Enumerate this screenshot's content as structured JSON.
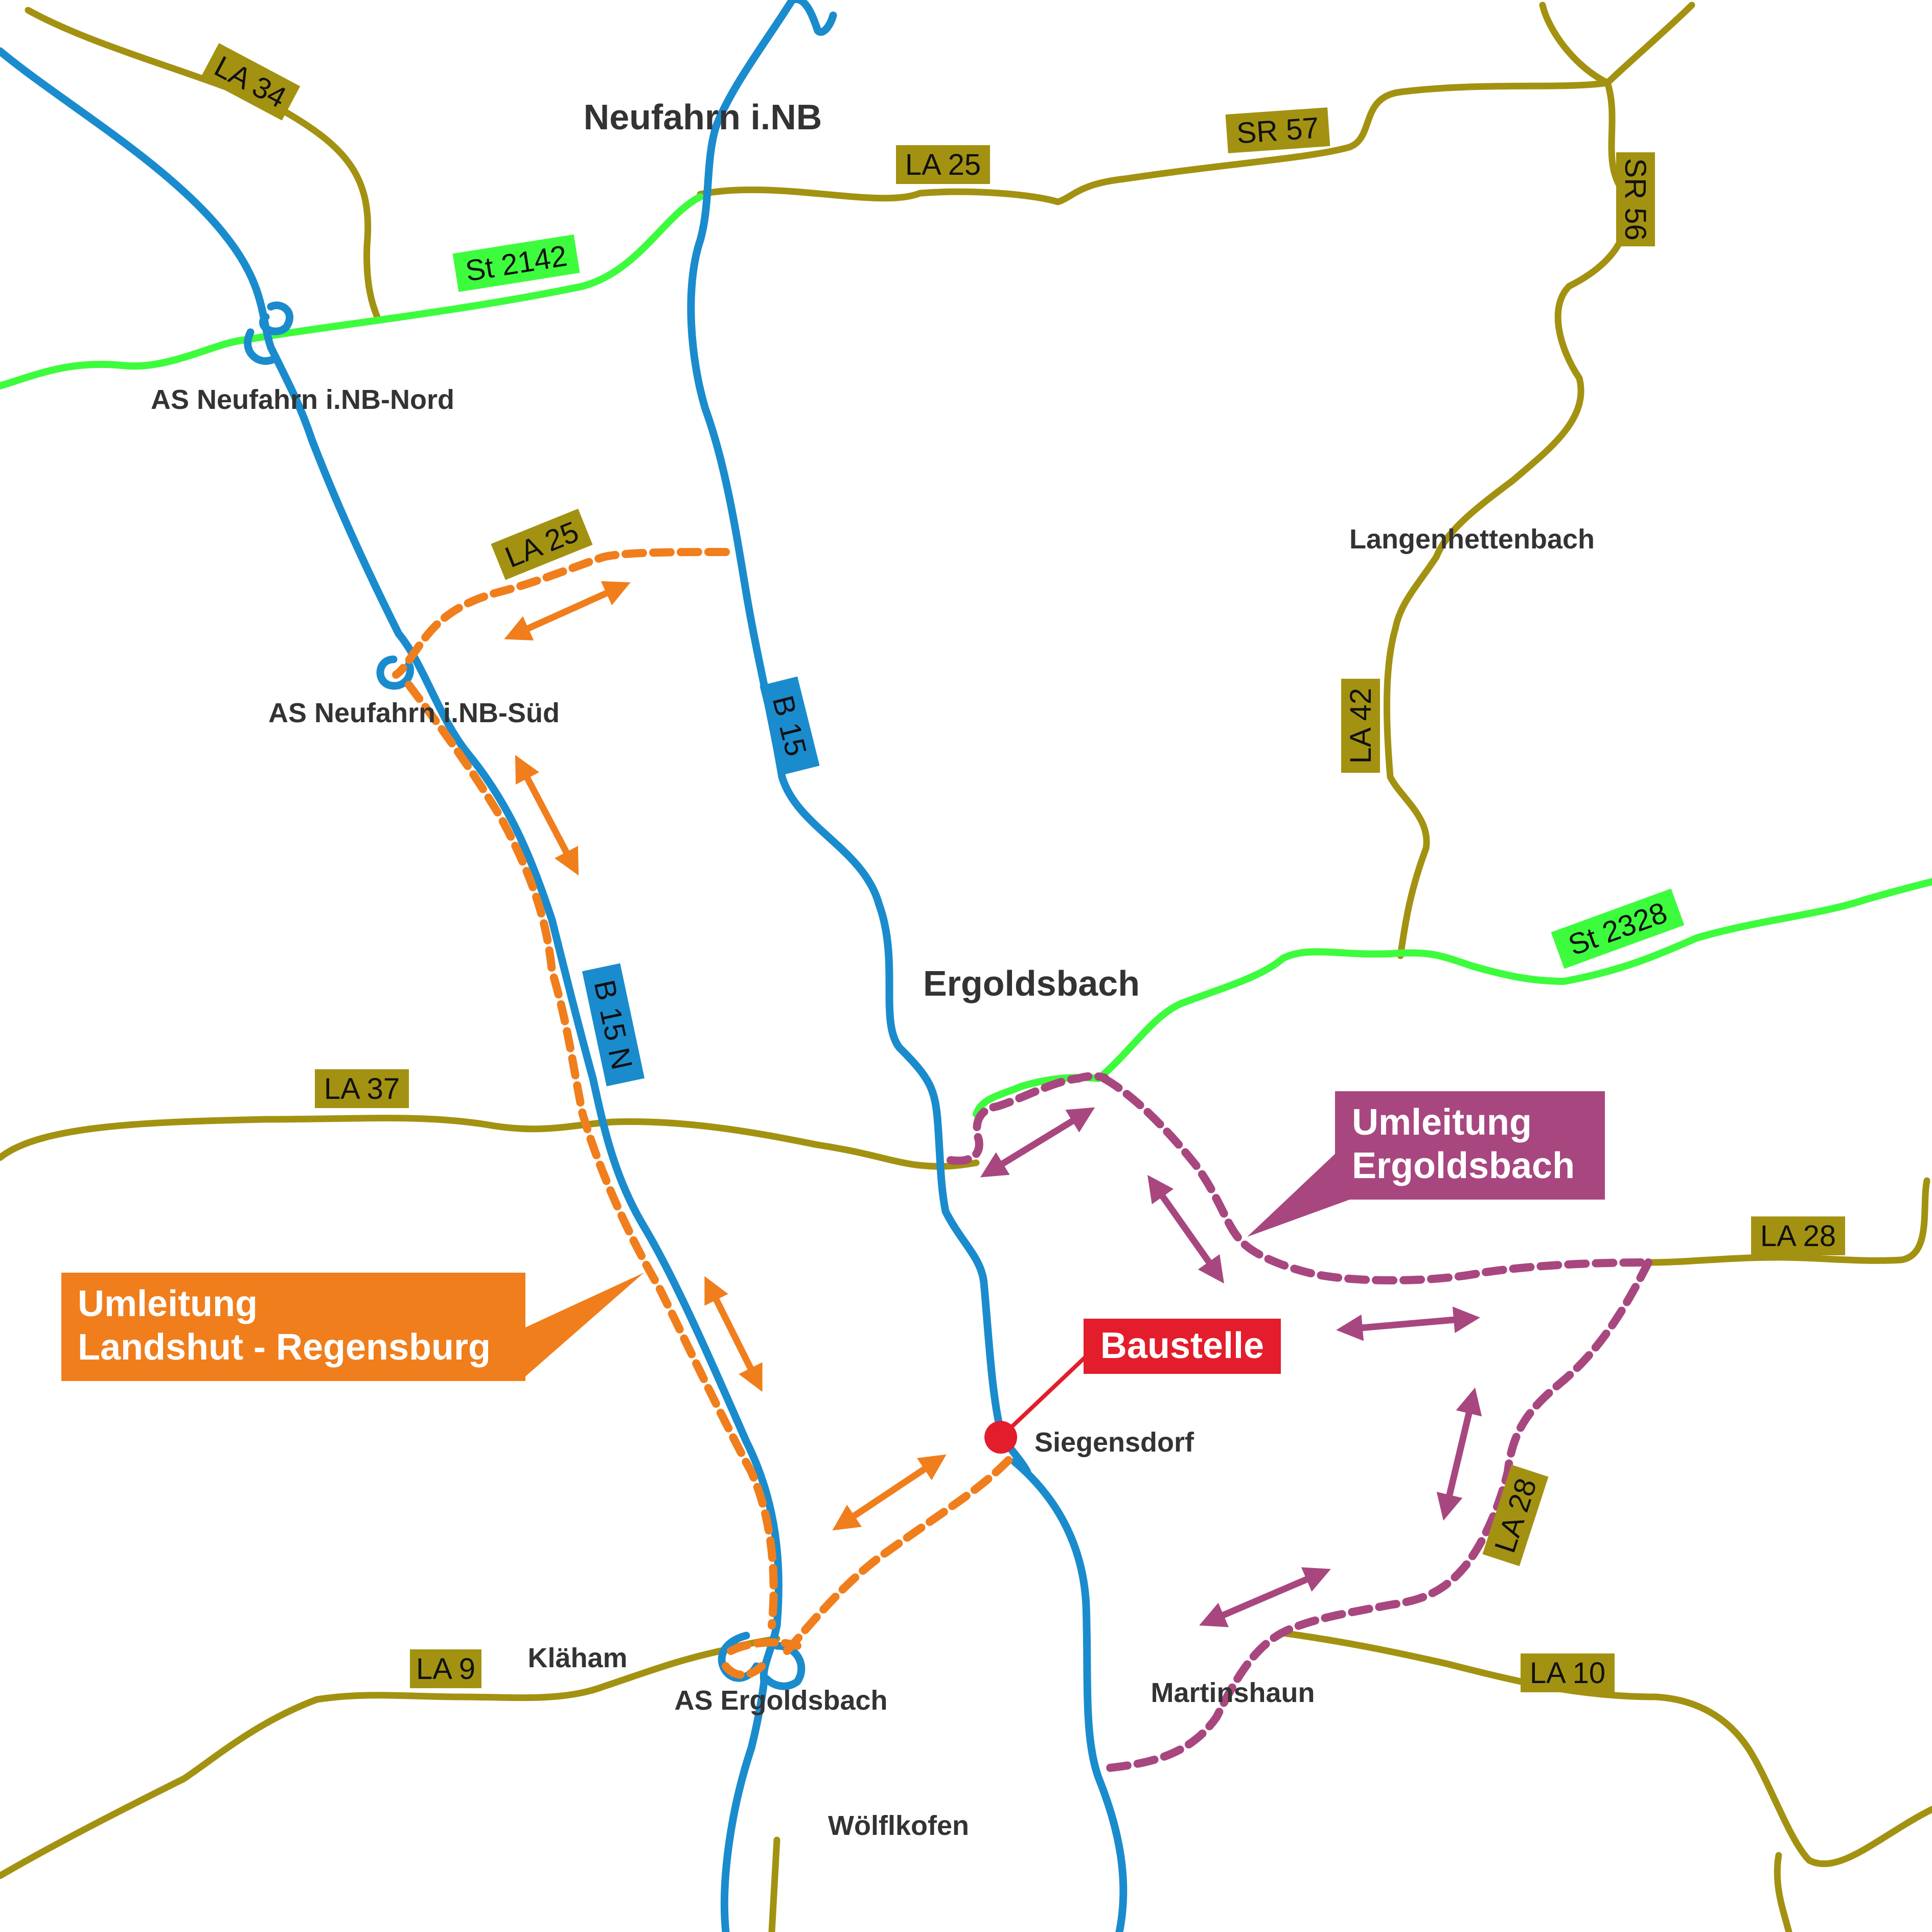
{
  "colors": {
    "local_road": "#a39211",
    "state_road": "#3dfc3d",
    "federal_road": "#1a8cce",
    "detour_orange": "#f07e1c",
    "detour_purple": "#a8477f",
    "construction": "#e31d2b",
    "place_text": "#333333"
  },
  "places": {
    "neufahrn": "Neufahrn i.NB",
    "as_nord": "AS Neufahrn i.NB-Nord",
    "as_sued": "AS Neufahrn i.NB-Süd",
    "langenhettenbach": "Langenhettenbach",
    "ergoldsbach": "Ergoldsbach",
    "siegensdorf": "Siegensdorf",
    "klaeham": "Kläham",
    "as_ergoldsbach": "AS Ergoldsbach",
    "martinshaun": "Martinshaun",
    "woelflkofen": "Wölflkofen"
  },
  "road_labels": {
    "la34": "LA 34",
    "sr57": "SR 57",
    "la25_top": "LA 25",
    "sr56": "SR 56",
    "st2142": "St 2142",
    "la25_mid": "LA 25",
    "b15": "B 15",
    "la42": "LA 42",
    "b15n": "B 15 N",
    "st2328": "St 2328",
    "la37": "LA 37",
    "la28_right": "LA 28",
    "la28_diag": "LA 28",
    "la9": "LA 9",
    "la10": "LA 10"
  },
  "callouts": {
    "detour_orange": {
      "line1": "Umleitung",
      "line2": "Landshut - Regensburg"
    },
    "detour_purple": {
      "line1": "Umleitung",
      "line2": "Ergoldsbach"
    },
    "construction": "Baustelle"
  },
  "icons": {
    "construction_site": "red-dot-marker",
    "detour_direction": "double-headed-arrow"
  }
}
